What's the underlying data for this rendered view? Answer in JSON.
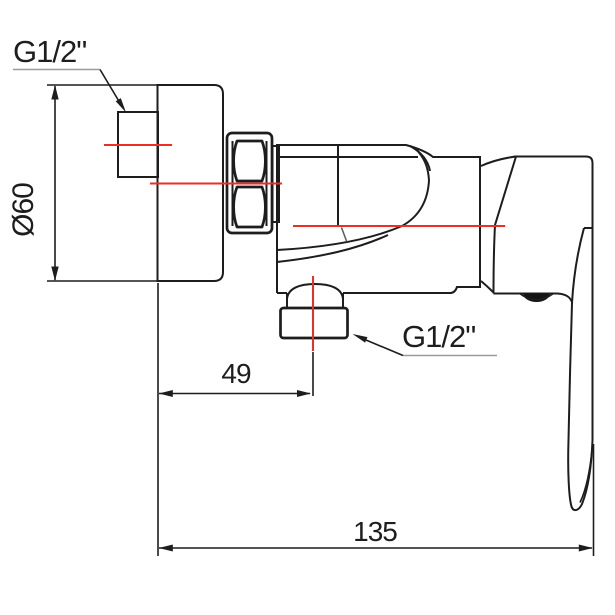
{
  "drawing": {
    "labels": {
      "top_thread": "G1/2\"",
      "plate_diameter": "Ø60",
      "outlet_offset": "49",
      "overall_width": "135",
      "bottom_thread": "G1/2\""
    },
    "colors": {
      "outline": "#1d1d1d",
      "centerline": "#ec2e24",
      "underline": "#9b9b9b",
      "background": "#ffffff"
    }
  }
}
